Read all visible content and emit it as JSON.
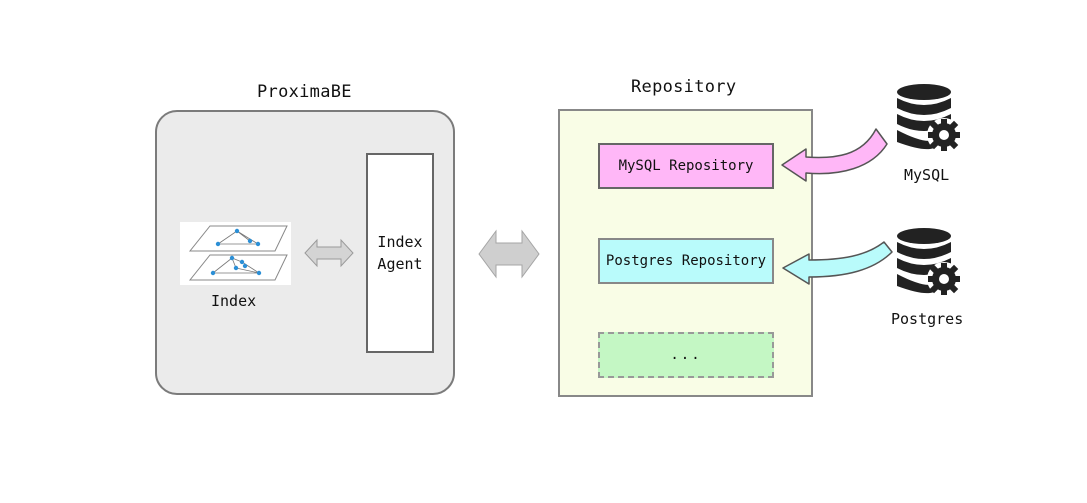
{
  "proxima": {
    "title": "ProximaBE",
    "index_label": "Index",
    "agent_label_1": "Index",
    "agent_label_2": "Agent"
  },
  "repository": {
    "title": "Repository",
    "mysql_repo": "MySQL Repository",
    "pg_repo": "Postgres Repository",
    "more": "..."
  },
  "databases": {
    "mysql": "MySQL",
    "postgres": "Postgres"
  },
  "colors": {
    "mysql": "#ffb7f7",
    "postgres": "#b9fbfb",
    "more": "#c4f7c4",
    "repo_bg": "#f9fde6",
    "proxima_bg": "#ebebeb"
  }
}
